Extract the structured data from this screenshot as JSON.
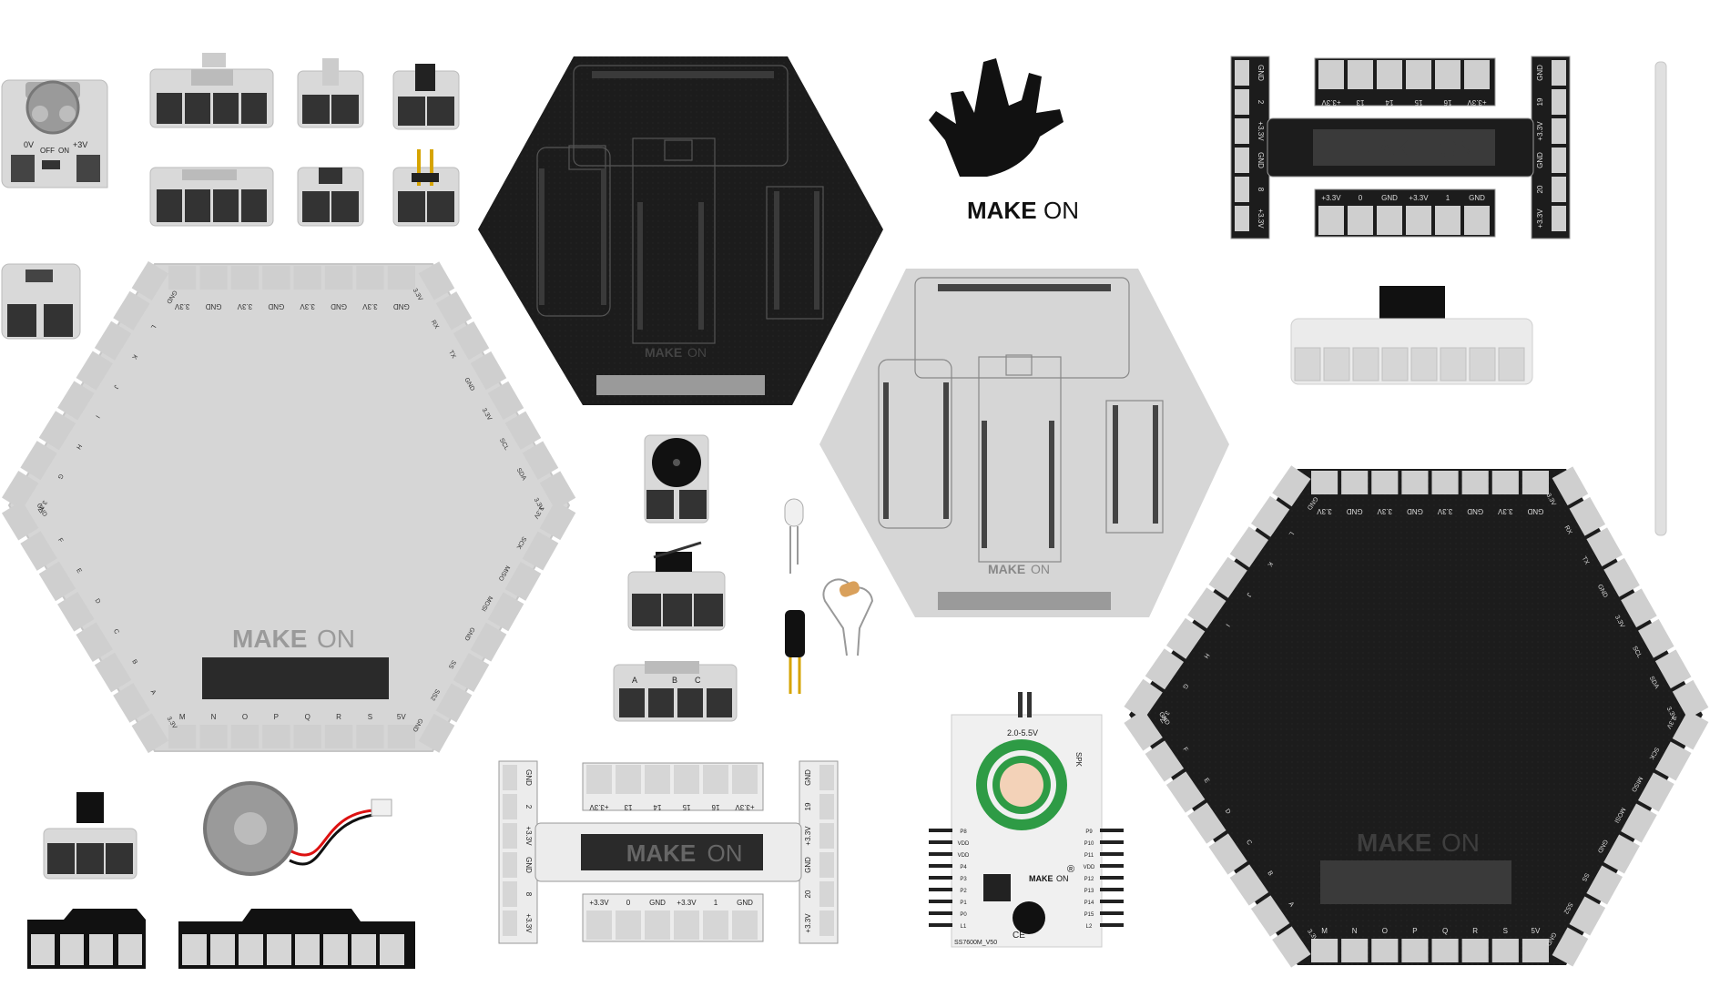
{
  "brand": {
    "name_bold": "MAKE",
    "name_light": "ON",
    "registered": "®"
  },
  "colors": {
    "dark_board": "#1c1c1c",
    "light_board": "#d6d6d6",
    "pad": "#cfcfcf",
    "pad_dark": "#3a3a3a",
    "logo_gray": "#9a9a9a",
    "green_ring": "#2e9b45"
  },
  "battery_module": {
    "left": "0V",
    "off": "OFF",
    "on": "ON",
    "right": "+3V"
  },
  "hex_light": {
    "top_labels": [
      "3.3V",
      "GND",
      "3.3V",
      "GND",
      "3.3V",
      "GND",
      "3.3V",
      "GND"
    ],
    "bottom_labels": [
      "M",
      "N",
      "O",
      "P",
      "Q",
      "R",
      "S",
      "5V"
    ],
    "upper_left_labels": [
      "GND",
      "L",
      "K",
      "J",
      "I",
      "H",
      "G",
      "3.3V"
    ],
    "lower_left_labels": [
      "GND",
      "F",
      "E",
      "D",
      "C",
      "B",
      "A",
      "3.3V"
    ],
    "upper_right_labels": [
      "3.3V",
      "RX",
      "TX",
      "GND",
      "3.3V",
      "SCL",
      "SDA",
      "3.3V"
    ],
    "lower_right_labels": [
      "3.3V",
      "SCK",
      "MISO",
      "MOSI",
      "GND",
      "SS",
      "SS2",
      "GND"
    ]
  },
  "hex_dark": {
    "top_labels": [
      "3.3V",
      "GND",
      "3.3V",
      "GND",
      "3.3V",
      "GND",
      "3.3V",
      "GND"
    ],
    "bottom_labels": [
      "M",
      "N",
      "O",
      "P",
      "Q",
      "R",
      "S",
      "5V"
    ],
    "upper_left_labels": [
      "GND",
      "L",
      "K",
      "J",
      "I",
      "H",
      "G",
      "3.3V"
    ],
    "lower_left_labels": [
      "GND",
      "F",
      "E",
      "D",
      "C",
      "B",
      "A",
      "3.3V"
    ],
    "upper_right_labels": [
      "3.3V",
      "RX",
      "TX",
      "GND",
      "3.3V",
      "SCL",
      "SDA",
      "3.3V"
    ],
    "lower_right_labels": [
      "3.3V",
      "SCK",
      "MISO",
      "MOSI",
      "GND",
      "SS",
      "SS2",
      "GND"
    ]
  },
  "connector_board": {
    "top_labels": [
      "+3.3V",
      "13",
      "14",
      "15",
      "16",
      "+3.3V"
    ],
    "bottom_labels": [
      "+3.3V",
      "0",
      "GND",
      "+3.3V",
      "1",
      "GND"
    ],
    "left_labels": [
      "GND",
      "2",
      "+3.3V",
      "GND",
      "8",
      "+3.3V"
    ],
    "right_labels": [
      "GND",
      "19",
      "+3.3V",
      "GND",
      "20",
      "+3.3V"
    ]
  },
  "module_abc": {
    "labels": [
      "A",
      "B",
      "C"
    ]
  },
  "voice_module": {
    "voltage": "2.0-5.5V",
    "spk": "SPK",
    "left_pins": [
      "P8",
      "VDD",
      "VDD",
      "P4",
      "P3",
      "P2",
      "P1",
      "P0",
      "L1"
    ],
    "right_pins": [
      "P9",
      "P10",
      "P11",
      "VDD",
      "P12",
      "P13",
      "P14",
      "P15",
      "L2"
    ],
    "footer": "SS7600M_V50",
    "ce": "CE"
  }
}
